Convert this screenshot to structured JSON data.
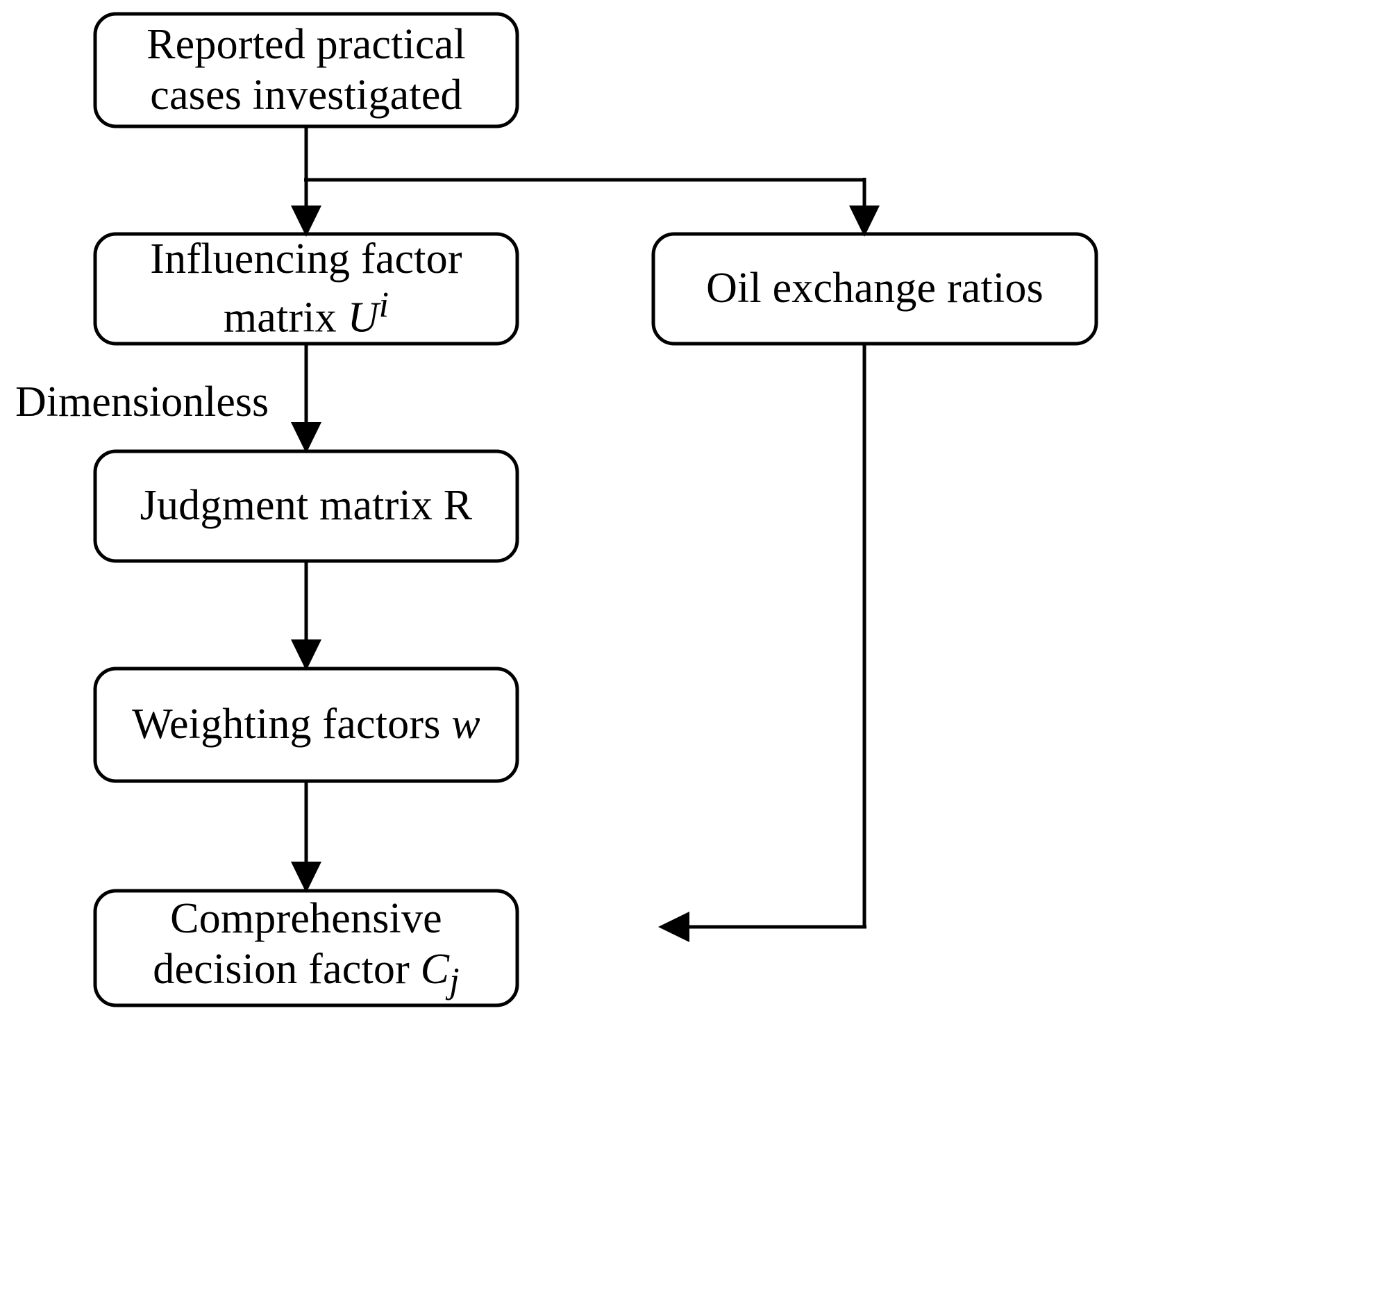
{
  "diagram": {
    "type": "flowchart",
    "title": "Comprehensive decision factor evaluation flowchart",
    "background_color": "#ffffff",
    "stroke_color": "#000000",
    "nodes": [
      {
        "id": "reported-cases",
        "label_line1": "Reported practical",
        "label_line2": "cases investigated",
        "shape": "rounded-rectangle"
      },
      {
        "id": "influencing-factor-matrix",
        "label_line1": "Influencing factor",
        "label_line2_pre": "matrix ",
        "label_line2_sym": "U",
        "label_line2_sup": "i",
        "shape": "rounded-rectangle"
      },
      {
        "id": "oil-exchange-ratios",
        "label_line1": "Oil exchange ratios",
        "shape": "rounded-rectangle"
      },
      {
        "id": "judgment-matrix",
        "label_line1": "Judgment matrix R",
        "shape": "rounded-rectangle"
      },
      {
        "id": "weighting-factors",
        "label_line1_pre": "Weighting factors ",
        "label_line1_sym": "w",
        "shape": "rounded-rectangle"
      },
      {
        "id": "comprehensive-decision-factor",
        "label_line1": "Comprehensive",
        "label_line2_pre": "decision factor ",
        "label_line2_sym": "C",
        "label_line2_sub": "j",
        "shape": "rounded-rectangle"
      }
    ],
    "annotations": [
      {
        "id": "dimensionless-note",
        "text": "Dimensionless"
      }
    ],
    "edges": [
      {
        "from": "reported-cases",
        "to": "influencing-factor-matrix",
        "style": "straight-arrow"
      },
      {
        "from": "reported-cases",
        "to": "oil-exchange-ratios",
        "style": "elbow-arrow"
      },
      {
        "from": "influencing-factor-matrix",
        "to": "judgment-matrix",
        "style": "straight-arrow"
      },
      {
        "from": "judgment-matrix",
        "to": "weighting-factors",
        "style": "straight-arrow"
      },
      {
        "from": "oil-exchange-ratios",
        "to": "weighting-factors",
        "style": "elbow-arrow"
      },
      {
        "from": "weighting-factors",
        "to": "comprehensive-decision-factor",
        "style": "straight-arrow"
      }
    ]
  }
}
